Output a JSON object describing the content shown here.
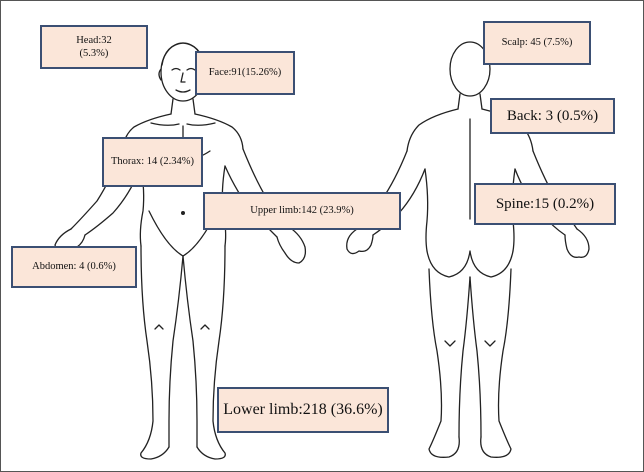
{
  "colors": {
    "label_fill": "#fbe6d9",
    "label_border": "#3b4f73",
    "body_outline": "#222222"
  },
  "labels": {
    "head": "Head:32\n(5.3%)",
    "face": "Face:91(15.26%)",
    "thorax": "Thorax:  14 (2.34%)",
    "upper_limb": "Upper limb:142  (23.9%)",
    "abdomen": "Abdomen:  4 (0.6%)",
    "lower_limb": "Lower limb:218 (36.6%)",
    "scalp": "Scalp:  45 (7.5%)",
    "back": "Back:  3 (0.5%)",
    "spine": "Spine:15  (0.2%)"
  }
}
